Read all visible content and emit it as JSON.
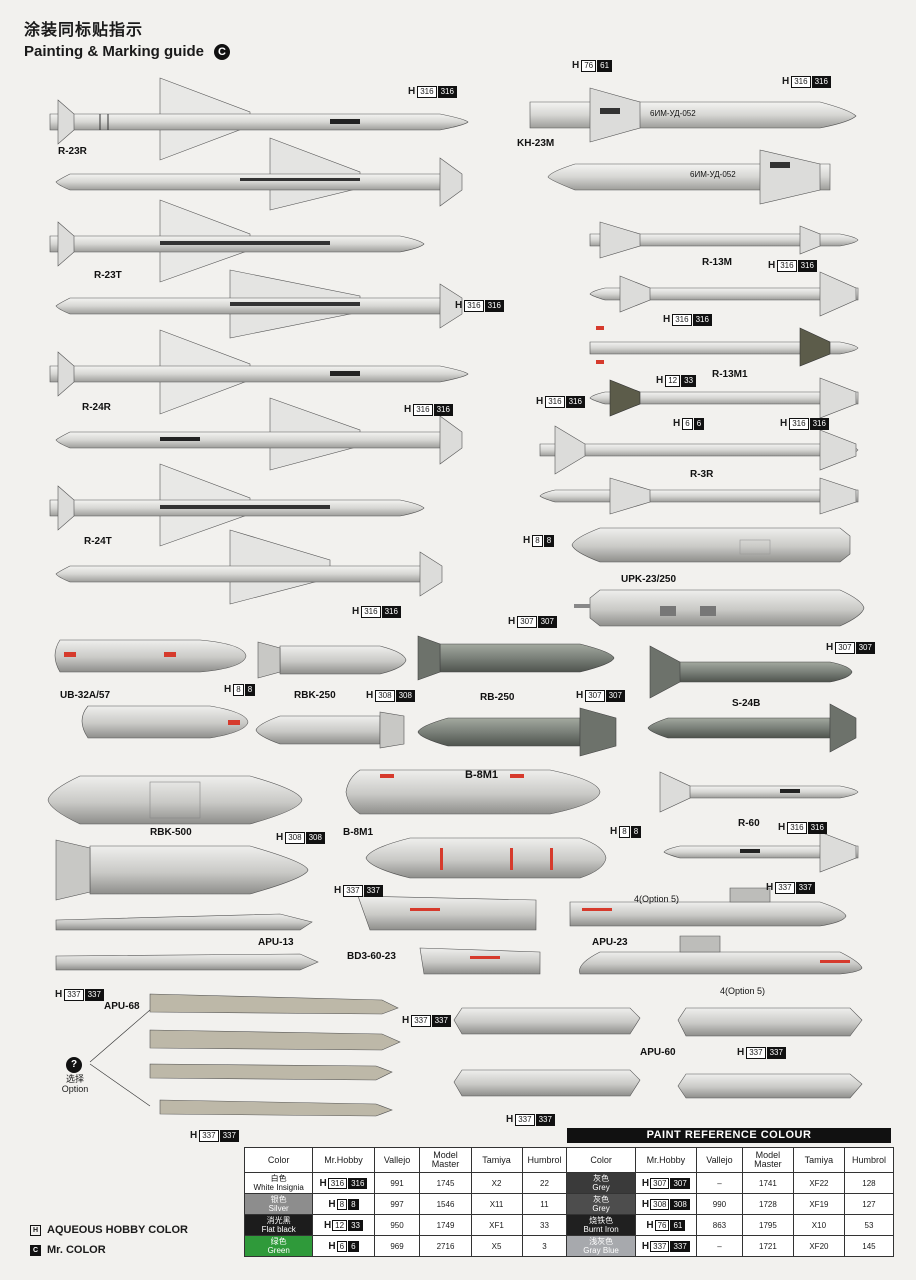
{
  "header": {
    "title_cn": "涂装同标贴指示",
    "title_en": "Painting & Marking guide",
    "sheet_letter": "C"
  },
  "weapons": {
    "r23r": "R-23R",
    "r23t": "R-23T",
    "r24r": "R-24R",
    "r24t": "R-24T",
    "kh23m": "KH-23M",
    "r13m": "R-13M",
    "r13m1": "R-13M1",
    "r3r": "R-3R",
    "upk": "UPK-23/250",
    "ub32": "UB-32A/57",
    "rbk250": "RBK-250",
    "rb250": "RB-250",
    "s24b": "S-24B",
    "rbk500": "RBK-500",
    "b8m1": "B-8M1",
    "r60": "R-60",
    "apu13": "APU-13",
    "bd3": "BD3-60-23",
    "apu23": "APU-23",
    "apu68": "APU-68",
    "apu60": "APU-60"
  },
  "markings": {
    "b8m1_stencil": "B-8M1",
    "kh23_stencil": "6ИМ-УД-052"
  },
  "callouts": {
    "h316": {
      "h": "H",
      "a": "316",
      "b": "316"
    },
    "h8": {
      "h": "H",
      "a": "8",
      "b": "8"
    },
    "h12": {
      "h": "H",
      "a": "12",
      "b": "33"
    },
    "h6": {
      "h": "H",
      "a": "6",
      "b": "6"
    },
    "h76": {
      "h": "H",
      "a": "76",
      "b": "61"
    },
    "h307": {
      "h": "H",
      "a": "307",
      "b": "307"
    },
    "h308": {
      "h": "H",
      "a": "308",
      "b": "308"
    },
    "h337": {
      "h": "H",
      "a": "337",
      "b": "337"
    }
  },
  "option": {
    "symbol": "?",
    "cn": "选择",
    "en": "Option"
  },
  "option_notes": {
    "opt5a": "4(Option 5)",
    "opt5b": "4(Option 5)"
  },
  "paint_table": {
    "title": "PAINT  REFERENCE  COLOUR",
    "headers": [
      "Color",
      "Mr.Hobby",
      "Vallejo",
      "Model Master",
      "Tamiya",
      "Humbrol",
      "Color",
      "Mr.Hobby",
      "Vallejo",
      "Model Master",
      "Tamiya",
      "Humbrol"
    ],
    "rows": [
      {
        "c1_cn": "白色",
        "c1_en": "White Insignia",
        "h1": "H",
        "m1a": "316",
        "m1b": "316",
        "v1": "991",
        "mm1": "1745",
        "t1": "X2",
        "hu1": "22",
        "c2_cn": "灰色",
        "c2_en": "Grey",
        "h2": "H",
        "m2a": "307",
        "m2b": "307",
        "v2": "–",
        "mm2": "1741",
        "t2": "XF22",
        "hu2": "128"
      },
      {
        "c1_cn": "银色",
        "c1_en": "Silver",
        "h1": "H",
        "m1a": "8",
        "m1b": "8",
        "v1": "997",
        "mm1": "1546",
        "t1": "X11",
        "hu1": "11",
        "c2_cn": "灰色",
        "c2_en": "Grey",
        "h2": "H",
        "m2a": "308",
        "m2b": "308",
        "v2": "990",
        "mm2": "1728",
        "t2": "XF19",
        "hu2": "127"
      },
      {
        "c1_cn": "消光黑",
        "c1_en": "Flat black",
        "h1": "H",
        "m1a": "12",
        "m1b": "33",
        "v1": "950",
        "mm1": "1749",
        "t1": "XF1",
        "hu1": "33",
        "c2_cn": "烧铁色",
        "c2_en": "Burnt Iron",
        "h2": "H",
        "m2a": "76",
        "m2b": "61",
        "v2": "863",
        "mm2": "1795",
        "t2": "X10",
        "hu2": "53"
      },
      {
        "c1_cn": "绿色",
        "c1_en": "Green",
        "h1": "H",
        "m1a": "6",
        "m1b": "6",
        "v1": "969",
        "mm1": "2716",
        "t1": "X5",
        "hu1": "3",
        "c2_cn": "浅灰色",
        "c2_en": "Gray Blue",
        "h2": "H",
        "m2a": "337",
        "m2b": "337",
        "v2": "–",
        "mm2": "1721",
        "t2": "XF20",
        "hu2": "145"
      }
    ]
  },
  "legend": {
    "aqueous": "AQUEOUS HOBBY COLOR",
    "mrcolor": "Mr. COLOR",
    "aqueous_icon": "H",
    "mr_icon": "C"
  },
  "colors": {
    "body": "#d9d9d6",
    "dark_body": "#7d837b",
    "red_mark": "#d63a2c",
    "black": "#111111"
  }
}
